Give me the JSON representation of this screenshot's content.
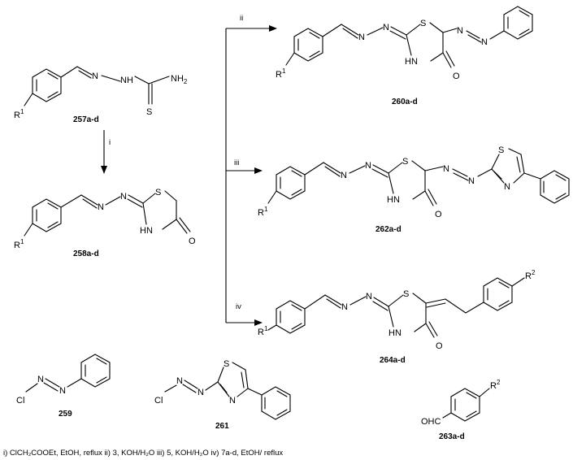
{
  "compounds": {
    "c257": {
      "label": "257a-d",
      "r1": "R",
      "r1_sup": "1",
      "nh": "NH",
      "nh2": "NH",
      "nh2_sub": "2",
      "n": "N",
      "s": "S"
    },
    "c258": {
      "label": "258a-d",
      "r1": "R",
      "r1_sup": "1",
      "n1": "N",
      "n2": "N",
      "s": "S",
      "hn": "HN",
      "o": "O"
    },
    "c260": {
      "label": "260a-d",
      "r1": "R",
      "r1_sup": "1",
      "n1": "N",
      "n2": "N",
      "s": "S",
      "hn": "HN",
      "o": "O",
      "n3": "N",
      "n4": "N"
    },
    "c262": {
      "label": "262a-d",
      "r1": "R",
      "r1_sup": "1",
      "n1": "N",
      "n2": "N",
      "s": "S",
      "hn": "HN",
      "o": "O",
      "n3": "N",
      "n4": "N",
      "s2": "S",
      "n5": "N"
    },
    "c264": {
      "label": "264a-d",
      "r1": "R",
      "r1_sup": "1",
      "n1": "N",
      "n2": "N",
      "s": "S",
      "hn": "HN",
      "o": "O",
      "r2": "R",
      "r2_sup": "2"
    },
    "c259": {
      "label": "259",
      "cl": "Cl",
      "n1": "N",
      "n2": "N"
    },
    "c261": {
      "label": "261",
      "cl": "Cl",
      "n1": "N",
      "n2": "N",
      "s": "S",
      "n3": "N"
    },
    "c263": {
      "label": "263a-d",
      "ohc": "OHC",
      "r2": "R",
      "r2_sup": "2"
    }
  },
  "reagents": {
    "i": "i",
    "ii": "ii",
    "iii": "iii",
    "iv": "iv"
  },
  "footnote": "i) ClCH₂COOEt, EtOH, reflux ii) 3, KOH/H₂O iii) 5, KOH/H₂O iv) 7a-d, EtOH/ reflux"
}
